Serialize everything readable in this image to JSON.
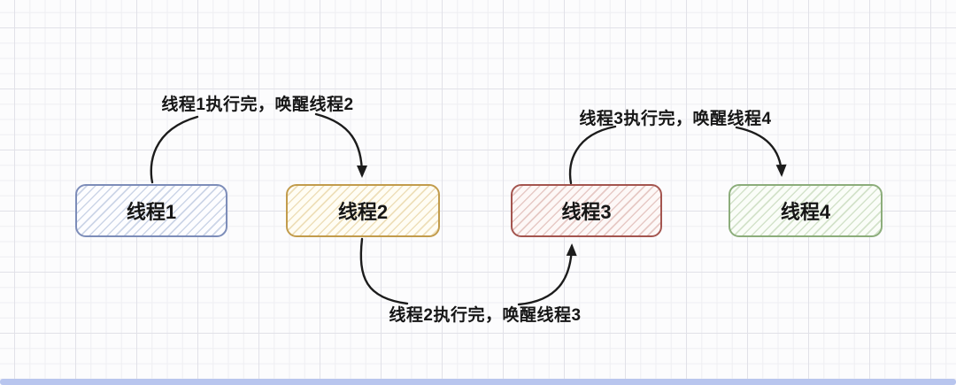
{
  "boxes": [
    {
      "label": "线程1",
      "border_color": "#7d8db9",
      "hatch_color": "#ccd5e7",
      "fill_color": "#fdfdff"
    },
    {
      "label": "线程2",
      "border_color": "#c29c4c",
      "hatch_color": "#eedfb9",
      "fill_color": "#fffdf4"
    },
    {
      "label": "线程3",
      "border_color": "#a4554f",
      "hatch_color": "#e6c9c5",
      "fill_color": "#fdf8f7"
    },
    {
      "label": "线程4",
      "border_color": "#8cad7b",
      "hatch_color": "#d3e2ca",
      "fill_color": "#fafdf8"
    }
  ],
  "annotations": [
    {
      "text": "线程1执行完，唤醒线程2"
    },
    {
      "text": "线程3执行完，唤醒线程4"
    },
    {
      "text": "线程2执行完，唤醒线程3"
    }
  ],
  "colors": {
    "arrow": "#1c1c1c",
    "text": "#161616",
    "background": "#fcfcfd",
    "grid_minor": "#eeeef2",
    "grid_major": "#e1e1e8",
    "bottom_bar": "#b8c5ee"
  }
}
